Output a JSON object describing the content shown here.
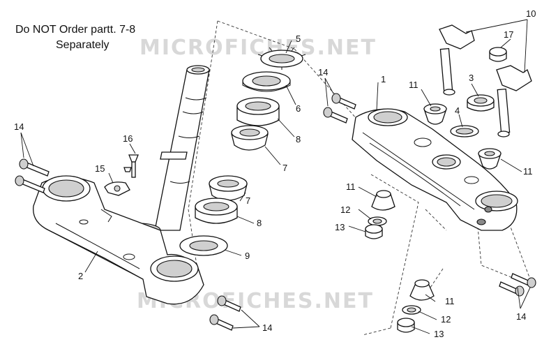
{
  "note": {
    "line1": "Do NOT Order partt. 7-8",
    "line2": "Separately"
  },
  "watermark": {
    "top": "MICROFICHES.NET",
    "bottom": "MICROFICHES.NET"
  },
  "callouts": {
    "c1": "1",
    "c2": "2",
    "c3": "3",
    "c4": "4",
    "c5": "5",
    "c6": "6",
    "c7a": "7",
    "c7b": "7",
    "c8a": "8",
    "c8b": "8",
    "c9": "9",
    "c10": "10",
    "c11a": "11",
    "c11b": "11",
    "c11c": "11",
    "c11d": "11",
    "c12a": "12",
    "c12b": "12",
    "c13a": "13",
    "c13b": "13",
    "c14a": "14",
    "c14b": "14",
    "c14c": "14",
    "c14d": "14",
    "c15": "15",
    "c16": "16",
    "c17": "17"
  },
  "colors": {
    "line": "#111111",
    "shade": "#cfcfcf",
    "watermark": "#d8d8d8"
  }
}
